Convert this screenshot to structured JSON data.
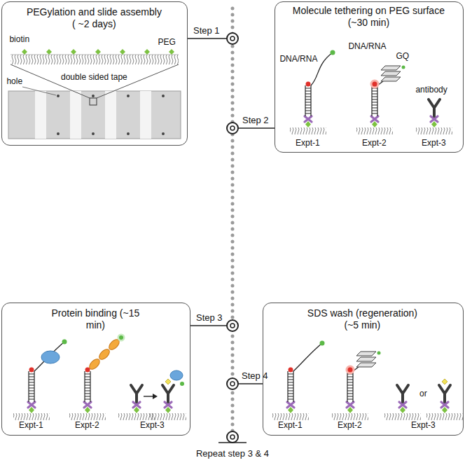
{
  "diagram": {
    "nodes": [
      {
        "text": [
          "PEGylation and slide assembly ( ~2 days)",
          "biotin",
          "PEG",
          "hole",
          "double sided tape"
        ]
      },
      {
        "text": [
          "Molecule tethering on PEG surface (~30 min)",
          "DNA/RNA",
          "DNA/RNA",
          "GQ",
          "antibody",
          "Expt-1",
          "Expt-2",
          "Expt-3"
        ]
      },
      {
        "text": [
          "Protein binding (~15 min)",
          "Expt-1",
          "Expt-2",
          "Expt-3"
        ]
      },
      {
        "text": [
          "SDS wash (regeneration) (~5 min)",
          "Expt-1",
          "Expt-2",
          "or",
          "Expt-3"
        ]
      }
    ],
    "labels": [
      "Step 1",
      "Step 2",
      "Step 3",
      "Step 4",
      "Repeat step 3 & 4"
    ]
  }
}
